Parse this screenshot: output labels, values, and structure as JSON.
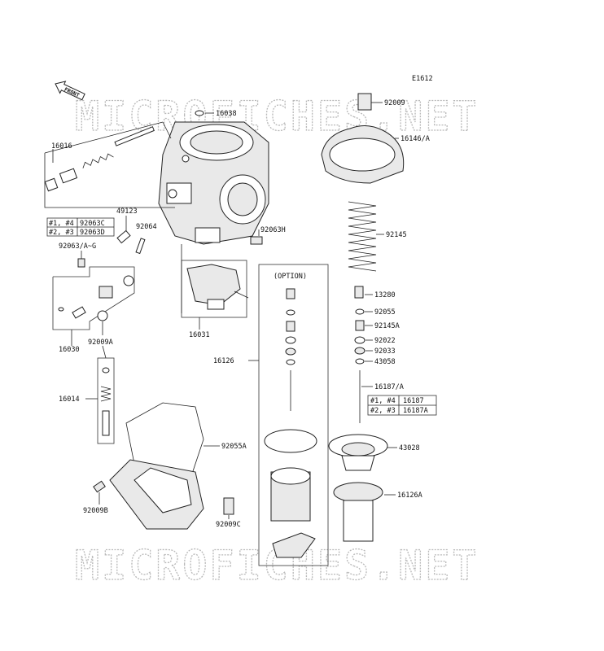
{
  "diagram_code": "E1612",
  "front_label": "FRONT",
  "watermark": "MICROFICHES.NET",
  "option_label": "(OPTION)",
  "parts": {
    "p92009": "92009",
    "p16038": "16038",
    "p16146A": "16146/A",
    "p16016": "16016",
    "p49123": "49123",
    "p92064": "92064",
    "p92063G": "92063/A~G",
    "p92063H": "92063H",
    "p92145": "92145",
    "p13280": "13280",
    "p92055": "92055",
    "p92145A": "92145A",
    "p92022": "92022",
    "p92033": "92033",
    "p43058": "43058",
    "p16187A": "16187/A",
    "p16031": "16031",
    "p16030": "16030",
    "p92009A": "92009A",
    "p16126": "16126",
    "p16014": "16014",
    "p92055A": "92055A",
    "p43028": "43028",
    "p16126A": "16126A",
    "p92009B": "92009B",
    "p92009C": "92009C"
  },
  "table_left": [
    [
      "#1, #4",
      "92063C"
    ],
    [
      "#2, #3",
      "92063D"
    ]
  ],
  "table_right": [
    [
      "#1, #4",
      "16187"
    ],
    [
      "#2, #3",
      "16187A"
    ]
  ]
}
